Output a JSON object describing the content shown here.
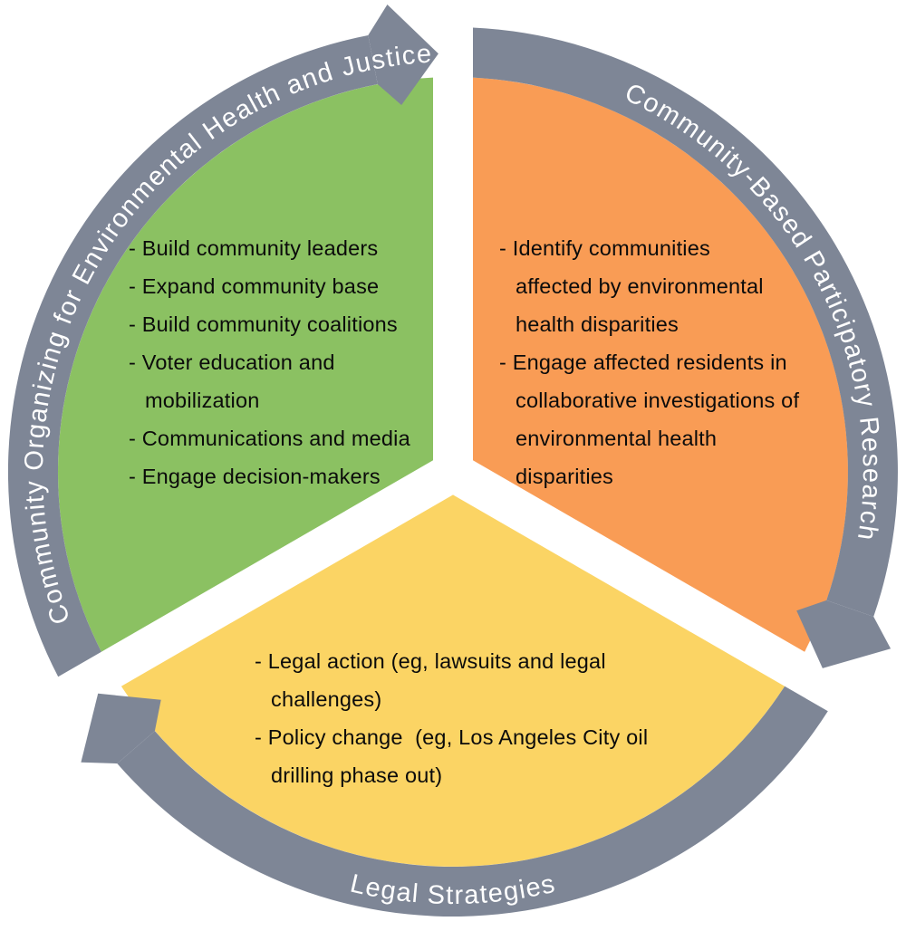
{
  "diagram": {
    "type": "cycle",
    "direction": "clockwise",
    "background": "#ffffff",
    "band": {
      "fill": "#7E8696",
      "label_color": "#ffffff"
    },
    "segments": [
      {
        "arc_label": "Community Organizing for Environmental Health and Justice",
        "fill": "#8BC162",
        "items": [
          "- Build community leaders",
          "- Expand community base",
          "- Build community coalitions",
          "- Voter education and\nmobilization",
          "- Communications and media",
          "- Engage decision-makers"
        ]
      },
      {
        "arc_label": "Community-Based Participatory Research",
        "fill": "#F99C55",
        "items": [
          "- Identify communities\naffected by environmental\nhealth disparities",
          "- Engage affected residents in\ncollaborative investigations of\nenvironmental health\ndisparities"
        ]
      },
      {
        "arc_label": "Legal Strategies",
        "fill": "#FBD464",
        "items": [
          "- Legal action (eg, lawsuits and legal\nchallenges)",
          "- Policy change  (eg, Los Angeles City oil\ndrilling phase out)"
        ]
      }
    ]
  }
}
